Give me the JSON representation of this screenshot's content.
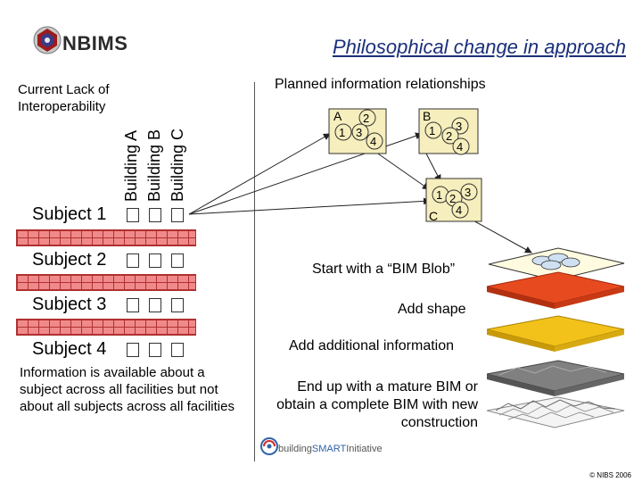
{
  "header": {
    "logo_text": "NBIMS",
    "title": "Philosophical change in approach"
  },
  "left": {
    "heading": "Current Lack of Interoperability",
    "buildings": [
      "Building A",
      "Building B",
      "Building C"
    ],
    "subjects": [
      "Subject 1",
      "Subject 2",
      "Subject 3",
      "Subject 4"
    ],
    "caption": "Information is available about a subject across all facilities but not about all subjects across all facilities"
  },
  "right": {
    "heading": "Planned information relationships",
    "node_a": {
      "label": "A",
      "nums": [
        "1",
        "2",
        "3",
        "4"
      ]
    },
    "node_b": {
      "label": "B",
      "nums": [
        "1",
        "2",
        "3",
        "4"
      ]
    },
    "node_c": {
      "label": "C",
      "nums": [
        "1",
        "2",
        "3",
        "4"
      ]
    },
    "step1": "Start with a “BIM Blob”",
    "step2": "Add shape",
    "step3": "Add additional information",
    "step4": "End up with a mature BIM or obtain a complete BIM with new construction",
    "initiative_prefix": "building",
    "initiative_brand": "SMART",
    "initiative_suffix": "Initiative"
  },
  "footer": {
    "copyright": "© NIBS 2006"
  },
  "colors": {
    "title": "#1a2f7a",
    "node_fill": "#f6eebc",
    "shape_layer": "#e84a1f",
    "info_layer": "#f2c21a",
    "mature_layer": "#777777"
  }
}
